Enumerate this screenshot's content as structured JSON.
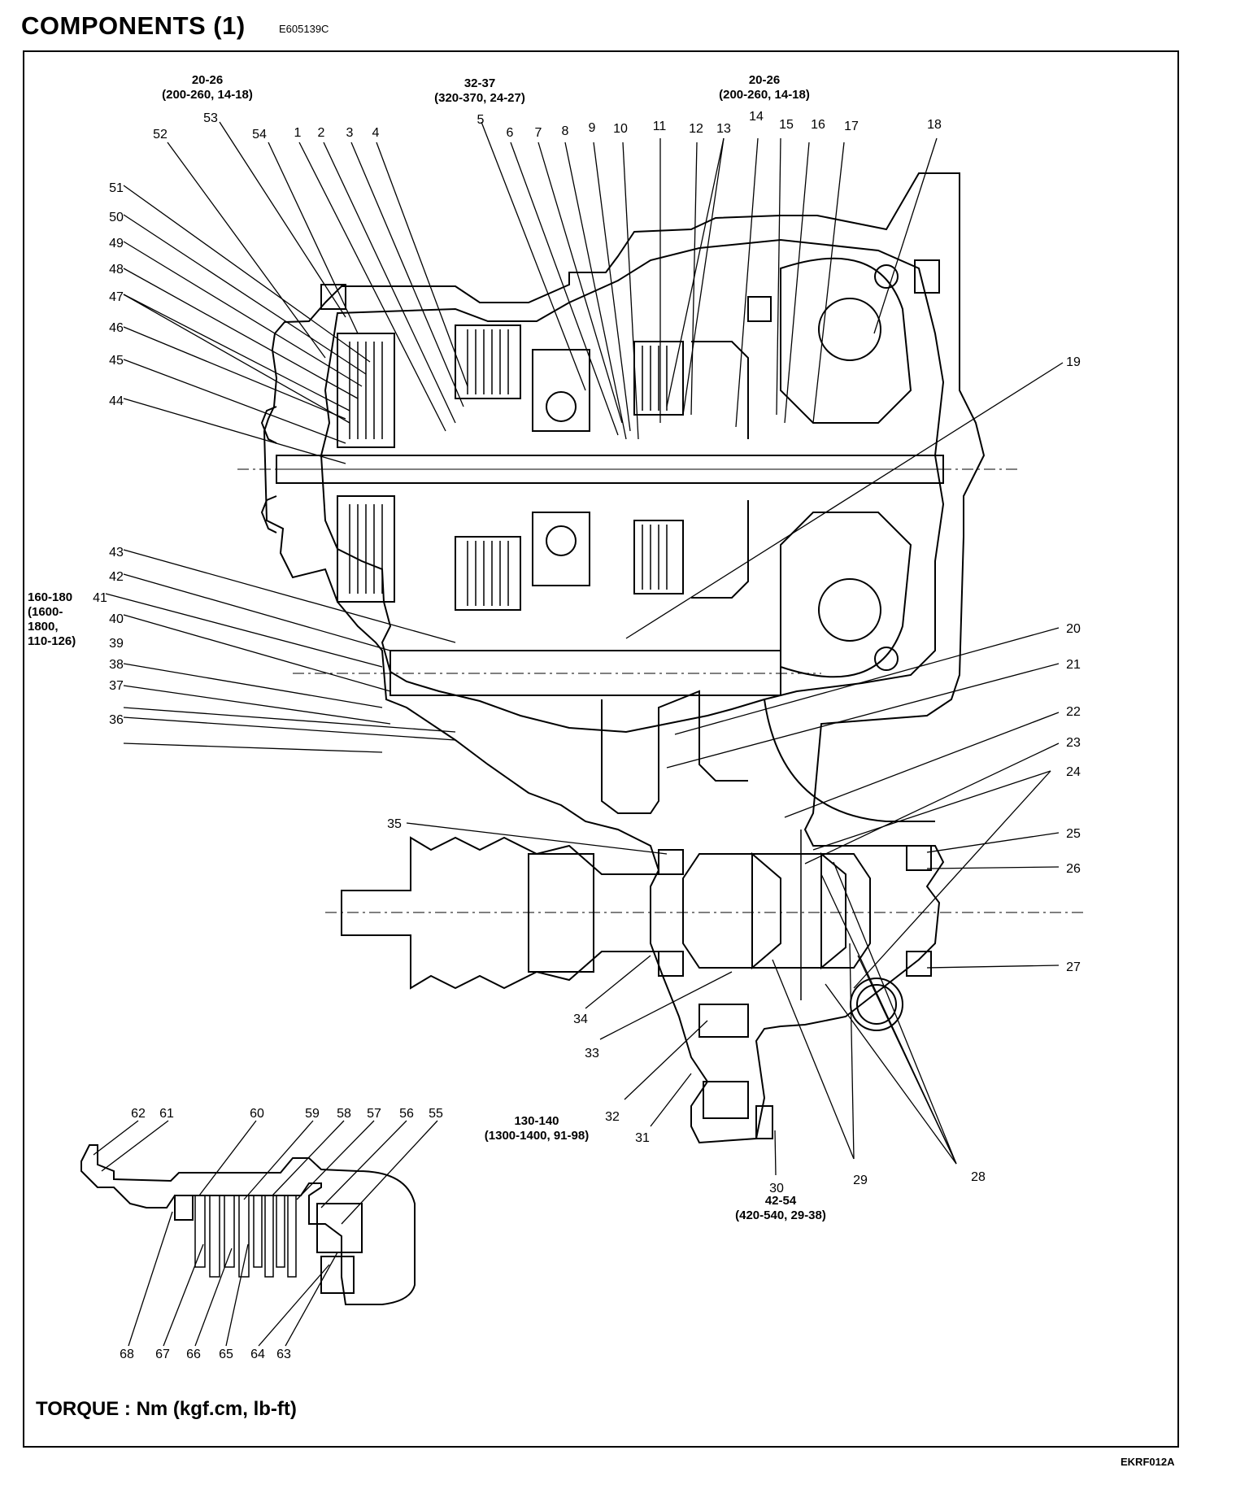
{
  "title": "COMPONENTS (1)",
  "doc_code": "E605139C",
  "figure_code": "EKRF012A",
  "legend": "TORQUE : Nm (kgf.cm, lb-ft)",
  "torque_specs": [
    {
      "id": "top-left",
      "lines": [
        "20-26",
        "(200-260, 14-18)"
      ]
    },
    {
      "id": "top-center",
      "lines": [
        "32-37",
        "(320-370, 24-27)"
      ]
    },
    {
      "id": "top-right",
      "lines": [
        "20-26",
        "(200-260, 14-18)"
      ]
    },
    {
      "id": "left",
      "lines": [
        "160-180",
        "(1600-",
        "1800,",
        "110-126)"
      ]
    },
    {
      "id": "lower-center",
      "lines": [
        "130-140",
        "(1300-1400, 91-98)"
      ]
    },
    {
      "id": "bottom",
      "lines": [
        "42-54",
        "(420-540, 29-38)"
      ]
    }
  ],
  "part_numbers": [
    "1",
    "2",
    "3",
    "4",
    "5",
    "6",
    "7",
    "8",
    "9",
    "10",
    "11",
    "12",
    "13",
    "14",
    "15",
    "16",
    "17",
    "18",
    "19",
    "20",
    "21",
    "22",
    "23",
    "24",
    "25",
    "26",
    "27",
    "28",
    "29",
    "30",
    "31",
    "32",
    "33",
    "34",
    "35",
    "36",
    "37",
    "38",
    "39",
    "40",
    "41",
    "42",
    "43",
    "44",
    "45",
    "46",
    "47",
    "48",
    "49",
    "50",
    "51",
    "52",
    "53",
    "54",
    "55",
    "56",
    "57",
    "58",
    "59",
    "60",
    "61",
    "62",
    "63",
    "64",
    "65",
    "66",
    "67",
    "68"
  ]
}
